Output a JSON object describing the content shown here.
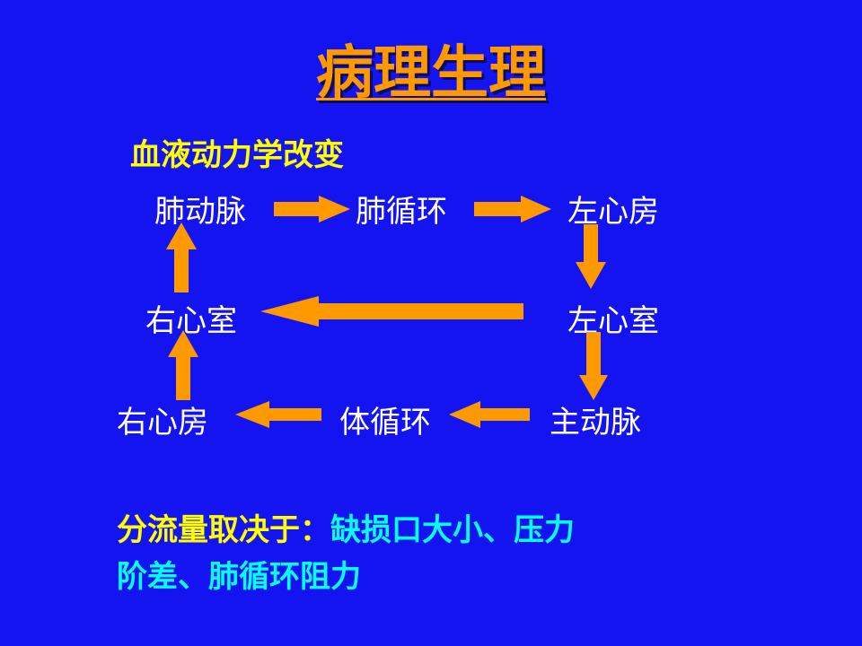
{
  "title": "病理生理",
  "subtitle": "血液动力学改变",
  "nodes": {
    "pulmonary_artery": "肺动脉",
    "pulmonary_circulation": "肺循环",
    "left_atrium": "左心房",
    "right_ventricle": "右心室",
    "left_ventricle": "左心室",
    "right_atrium": "右心房",
    "systemic_circulation": "体循环",
    "aorta": "主动脉"
  },
  "bottom_text": {
    "lead": "分流量取决于：",
    "line1_rest": "缺损口大小、压力",
    "line2": "阶差、肺循环阻力"
  },
  "colors": {
    "background": "#1414F0",
    "arrow": "#FF9900",
    "title": "#FF9900",
    "subtitle": "#FFFF00",
    "highlight": "#00FFFF"
  }
}
